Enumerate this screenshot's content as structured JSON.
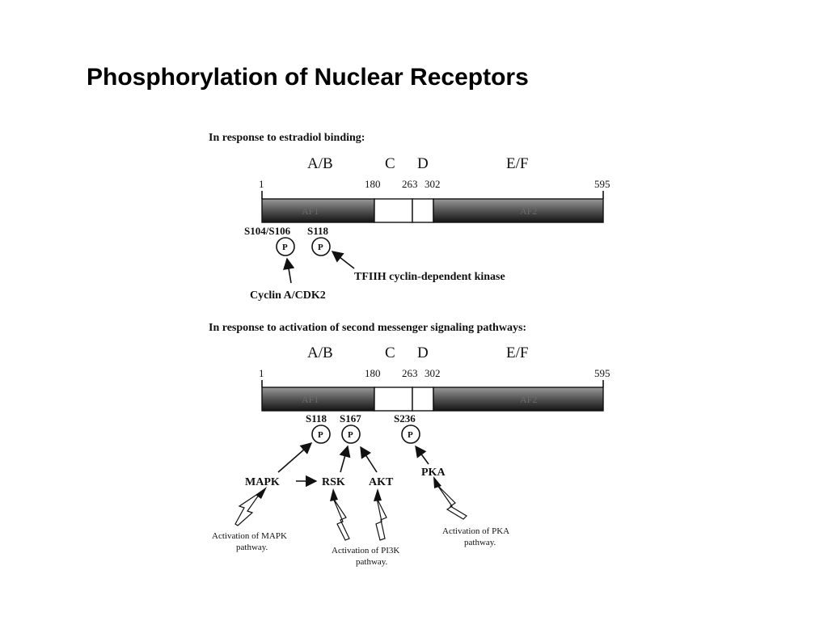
{
  "slide": {
    "title": "Phosphorylation of Nuclear Receptors"
  },
  "panel1": {
    "heading": "In response to estradiol binding:",
    "domains": [
      "A/B",
      "C",
      "D",
      "E/F"
    ],
    "positions": [
      "1",
      "180",
      "263",
      "302",
      "595"
    ],
    "af1": "AF1",
    "af2": "AF2",
    "sites": [
      "S104/S106",
      "S118"
    ],
    "p_label": "P",
    "kinase_1": "Cyclin A/CDK2",
    "kinase_2": "TFIIH cyclin-dependent kinase"
  },
  "panel2": {
    "heading": "In response to activation of second messenger signaling pathways:",
    "domains": [
      "A/B",
      "C",
      "D",
      "E/F"
    ],
    "positions": [
      "1",
      "180",
      "263",
      "302",
      "595"
    ],
    "af1": "AF1",
    "af2": "AF2",
    "sites": [
      "S118",
      "S167",
      "S236"
    ],
    "p_label": "P",
    "kinases": [
      "MAPK",
      "RSK",
      "AKT",
      "PKA"
    ],
    "pathway_mapk": [
      "Activation of MAPK",
      "pathway."
    ],
    "pathway_pi3k": [
      "Activation of PI3K",
      "pathway."
    ],
    "pathway_pka": [
      "Activation of PKA",
      "pathway."
    ]
  },
  "colors": {
    "bar_dark": "#1a1a1a",
    "bar_light": "#8a8a8a",
    "text": "#111111"
  }
}
